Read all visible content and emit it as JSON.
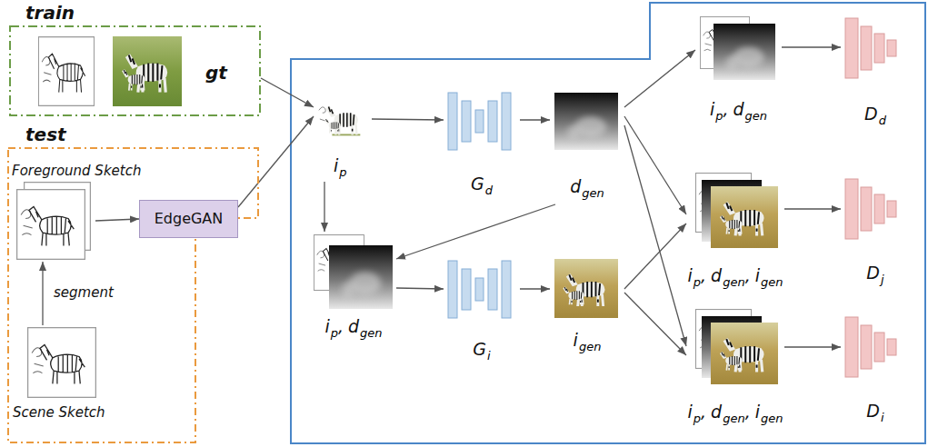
{
  "diagram": {
    "nodes": [
      {
        "text": [
          "train"
        ]
      },
      {
        "text": [
          "test"
        ]
      },
      {
        "text": [
          "Foreground Sketch"
        ],
        "in": 1
      },
      {
        "text": [
          "EdgeGAN"
        ],
        "in": 1
      },
      {
        "text": [
          "Scene Sketch"
        ],
        "in": 1
      },
      {
        "text": [
          "i",
          "p"
        ]
      },
      {
        "text": [
          "G",
          "d"
        ]
      },
      {
        "text": [
          "d",
          "gen"
        ]
      },
      {
        "text": [
          "i",
          "p",
          ",",
          "d",
          "gen"
        ]
      },
      {
        "text": [
          "G",
          "i"
        ]
      },
      {
        "text": [
          "i",
          "gen"
        ]
      },
      {
        "text": [
          "i",
          "p",
          ",",
          "d",
          "gen"
        ]
      },
      {
        "text": [
          "D",
          "d"
        ]
      },
      {
        "text": [
          "i",
          "p",
          ",",
          "d",
          "gen",
          ",",
          "i",
          "gen"
        ]
      },
      {
        "text": [
          "D",
          "j"
        ]
      },
      {
        "text": [
          "i",
          "p",
          ",",
          "d",
          "gen",
          ",",
          "i",
          "gen"
        ]
      },
      {
        "text": [
          "D",
          "i"
        ]
      }
    ],
    "edges": [
      {
        "from": 0,
        "to": 5,
        "arrow": "to"
      },
      {
        "from": 2,
        "to": 3,
        "arrow": "to"
      },
      {
        "from": 3,
        "to": 5,
        "arrow": "to"
      },
      {
        "from": 4,
        "to": 2,
        "label": "segment",
        "arrow": "to"
      },
      {
        "from": 5,
        "to": 6,
        "arrow": "to"
      },
      {
        "from": 6,
        "to": 7,
        "arrow": "to"
      },
      {
        "from": 5,
        "to": 8,
        "arrow": "to"
      },
      {
        "from": 7,
        "to": 8,
        "arrow": "to"
      },
      {
        "from": 8,
        "to": 9,
        "arrow": "to"
      },
      {
        "from": 9,
        "to": 10,
        "arrow": "to"
      },
      {
        "from": 7,
        "to": 11,
        "arrow": "to"
      },
      {
        "from": 7,
        "to": 13,
        "arrow": "to"
      },
      {
        "from": 7,
        "to": 15,
        "arrow": "to"
      },
      {
        "from": 10,
        "to": 13,
        "arrow": "to"
      },
      {
        "from": 10,
        "to": 15,
        "arrow": "to"
      },
      {
        "from": 11,
        "to": 12,
        "arrow": "to"
      },
      {
        "from": 13,
        "to": 14,
        "arrow": "to"
      },
      {
        "from": 15,
        "to": 16,
        "arrow": "to"
      }
    ],
    "labels": [
      "gt"
    ]
  }
}
